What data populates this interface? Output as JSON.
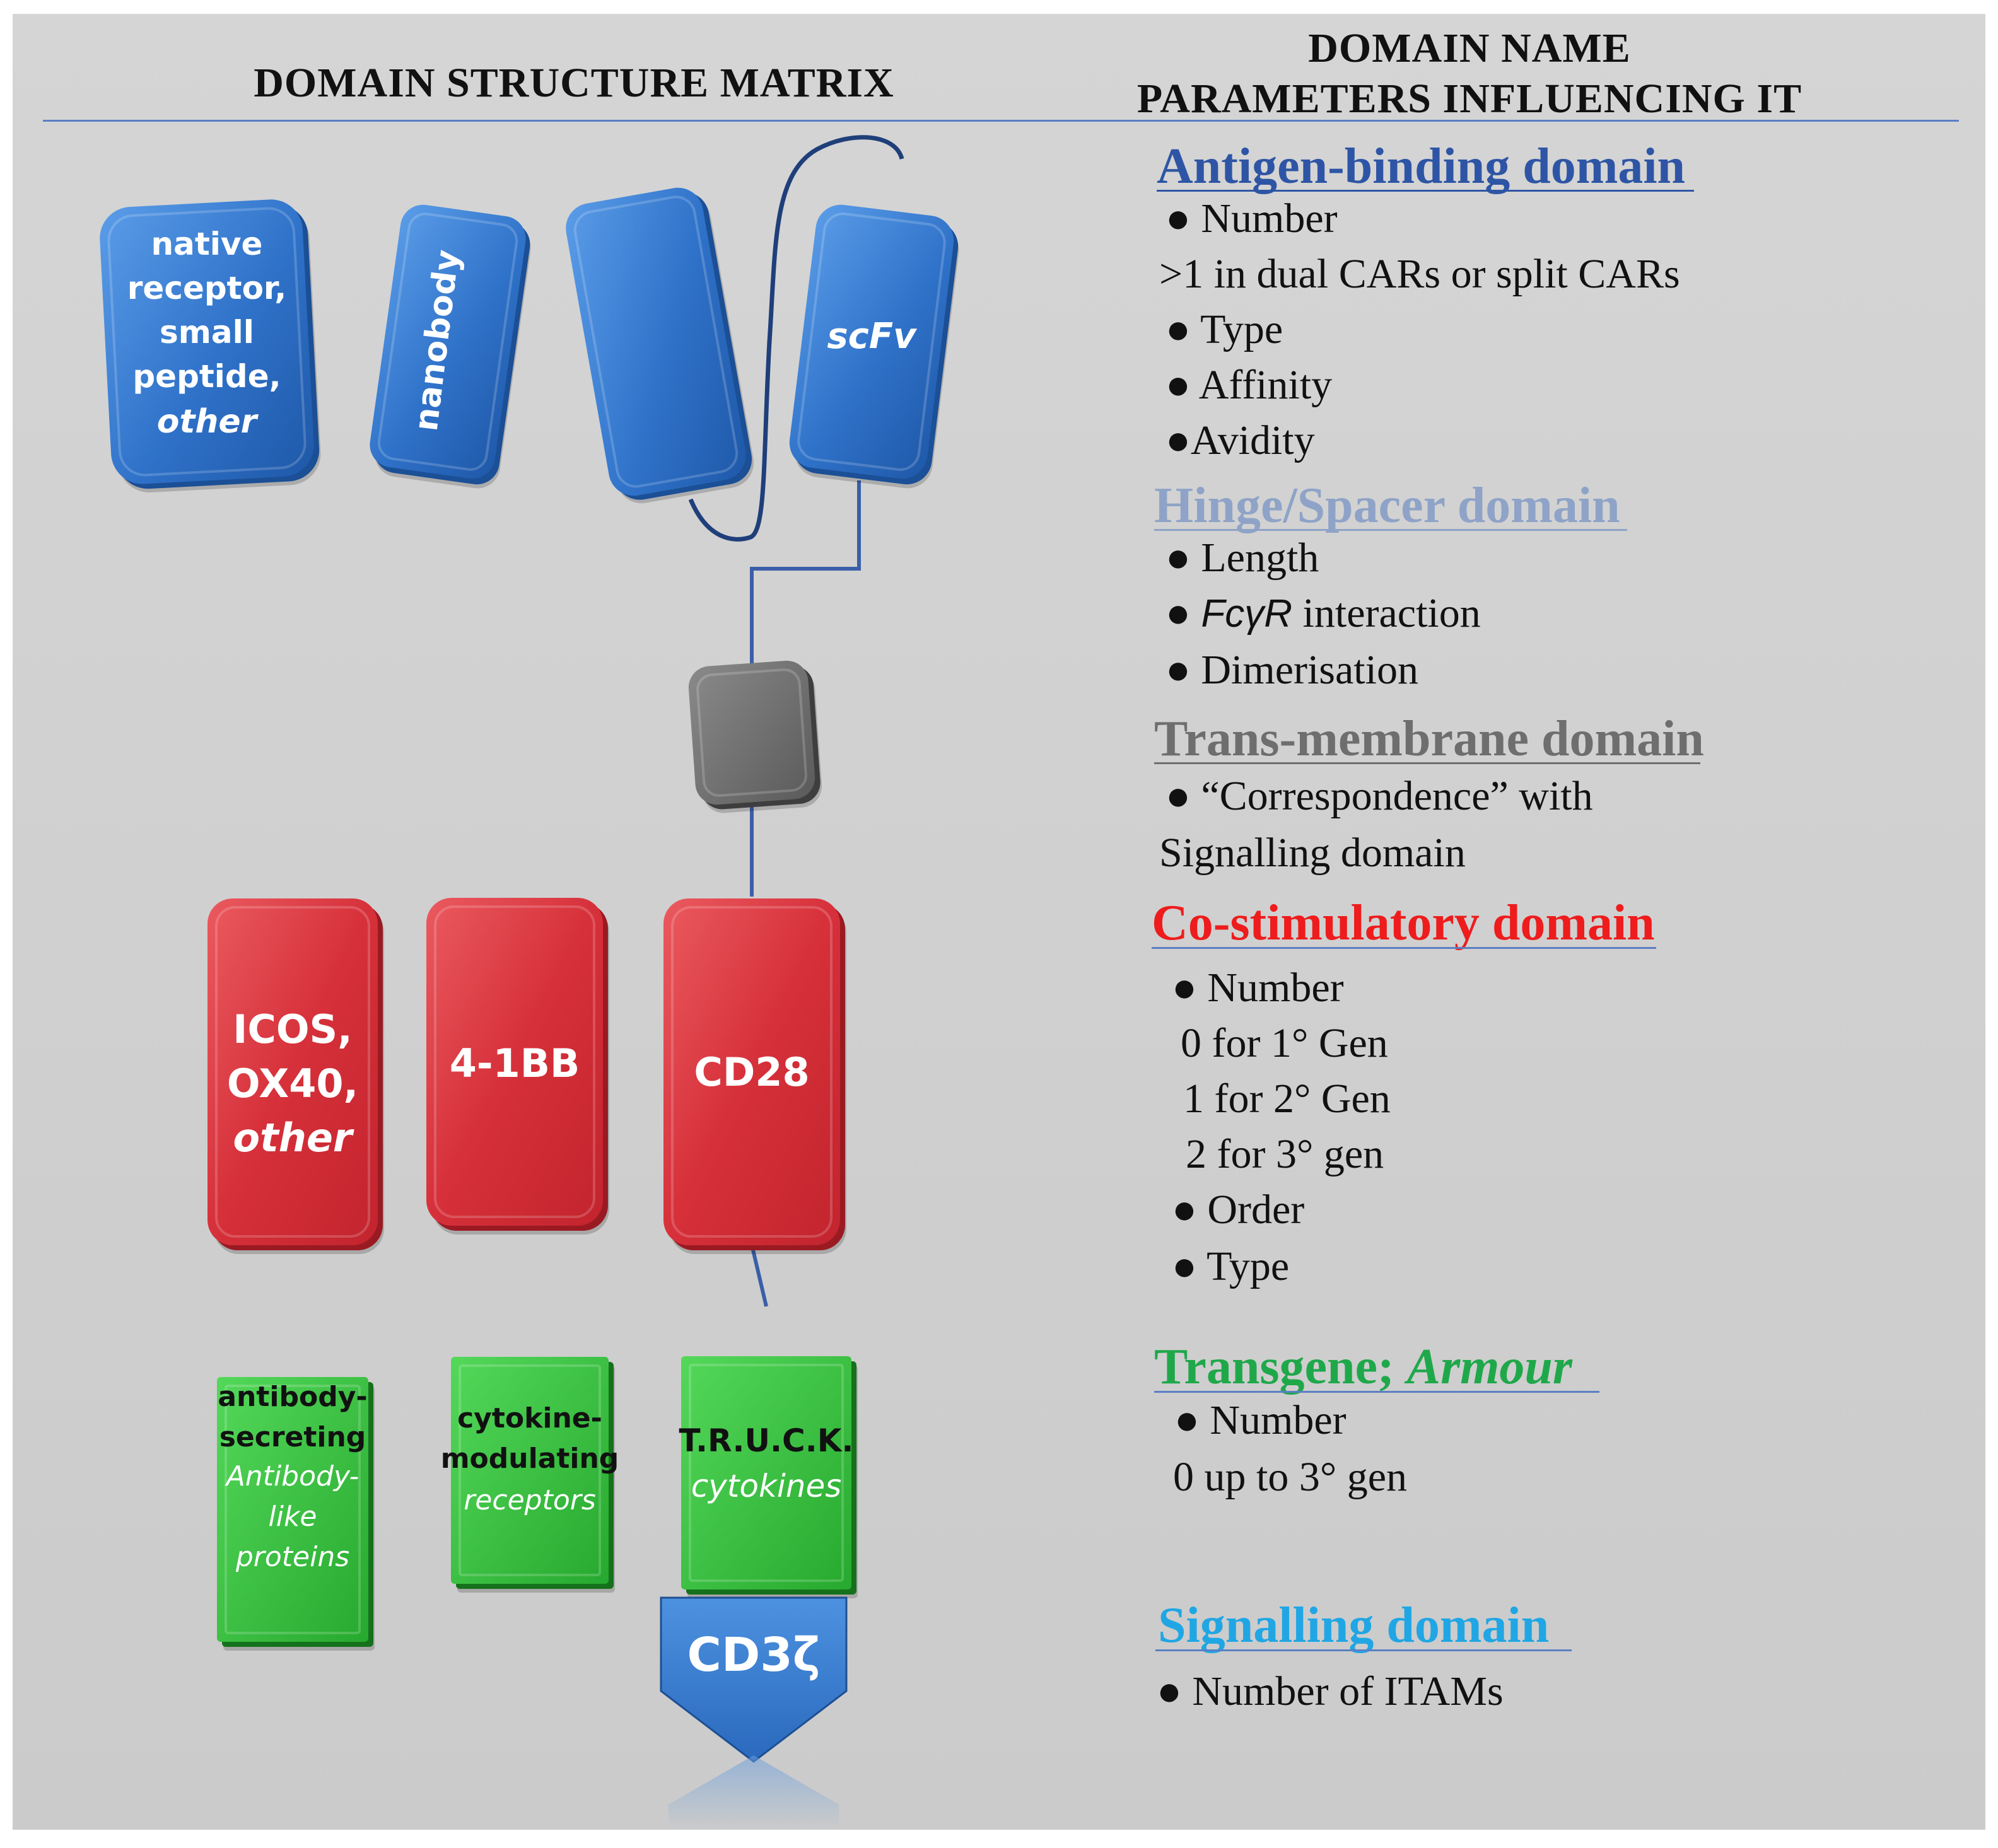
{
  "headers": {
    "left": "DOMAIN STRUCTURE MATRIX",
    "right_line1": "DOMAIN NAME",
    "right_line2": "PARAMETERS INFLUENCING IT"
  },
  "diagram": {
    "binders": [
      {
        "lines": [
          "native",
          "receptor,",
          "small",
          "peptide,"
        ],
        "italic": "other"
      },
      {
        "label": "nanobody"
      },
      {
        "label": ""
      },
      {
        "label": "scFv"
      }
    ],
    "costim": [
      {
        "lines": [
          "ICOS,",
          "OX40,"
        ],
        "italic": "other"
      },
      {
        "label": "4-1BB"
      },
      {
        "label": "CD28"
      }
    ],
    "armour": [
      {
        "lines": [
          "antibody-",
          "secreting"
        ],
        "italic_lines": [
          "Antibody-",
          "like",
          "proteins"
        ]
      },
      {
        "lines": [
          "cytokine-",
          "modulating"
        ],
        "italic_lines": [
          "receptors"
        ]
      },
      {
        "lines": [
          "T.R.U.C.K."
        ],
        "italic_lines": [
          "cytokines"
        ]
      }
    ],
    "signalling": "CD3ζ",
    "colors": {
      "blue": "#2f72c9",
      "gray": "#6b6b6b",
      "red": "#d6303a",
      "green": "#2fbf38",
      "connector": "#3a5fa8"
    }
  },
  "parameters": {
    "antigen": {
      "title": "Antigen-binding domain",
      "color": "#2e55a5",
      "items": [
        "● Number",
        ">1 in dual CARs or split CARs",
        "● Type",
        "● Affinity",
        "●Avidity"
      ]
    },
    "hinge": {
      "title": "Hinge/Spacer domain",
      "color": "#8ea3c7",
      "item1": "● Length",
      "item2_bullet": "●",
      "item2_italic": "FcγR",
      "item2_rest": "interaction",
      "item3": "● Dimerisation"
    },
    "tm": {
      "title": "Trans-membrane domain",
      "color": "#6e6e6e",
      "items": [
        "● “Correspondence” with",
        "Signalling domain"
      ]
    },
    "costim": {
      "title": "Co-stimulatory domain",
      "color": "#ee1c1c",
      "items": [
        "● Number",
        "0 for 1° Gen",
        "1 for 2° Gen",
        "2 for 3° gen",
        "● Order",
        "● Type"
      ]
    },
    "transgene": {
      "title_normal": "Transgene;",
      "title_italic": "Armour",
      "color": "#1fa84a",
      "items": [
        "● Number",
        "0 up to 3° gen"
      ]
    },
    "signalling": {
      "title": "Signalling domain",
      "color": "#20a6e4",
      "items": [
        "● Number of ITAMs"
      ]
    }
  }
}
